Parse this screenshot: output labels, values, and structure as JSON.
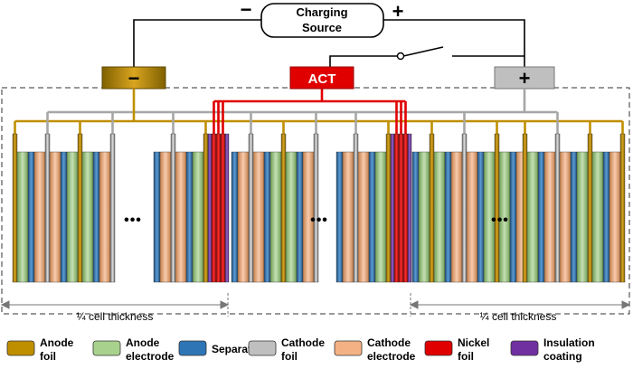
{
  "source": {
    "line1": "Charging",
    "line2": "Source",
    "minus": "−",
    "plus": "+"
  },
  "terminals": {
    "anode": "−",
    "act": "ACT",
    "cathode": "+"
  },
  "dots": "•••",
  "thickness_labels": {
    "left": "¼ cell thickness",
    "right": "¼ cell thickness"
  },
  "legend": [
    {
      "l1": "Anode",
      "l2": "foil",
      "color": "#bf8f00",
      "icon": "anode-foil-swatch"
    },
    {
      "l1": "Anode",
      "l2": "electrode",
      "color": "#a9d18e",
      "icon": "anode-electrode-swatch"
    },
    {
      "l1": "Separator",
      "l2": "",
      "color": "#2e75b6",
      "icon": "separator-swatch"
    },
    {
      "l1": "Cathode",
      "l2": "foil",
      "color": "#bfbfbf",
      "icon": "cathode-foil-swatch"
    },
    {
      "l1": "Cathode",
      "l2": "electrode",
      "color": "#f4b183",
      "icon": "cathode-electrode-swatch"
    },
    {
      "l1": "Nickel",
      "l2": "foil",
      "color": "#e00000",
      "icon": "nickel-foil-swatch"
    },
    {
      "l1": "Insulation",
      "l2": "coating",
      "color": "#7030a0",
      "icon": "insulation-coating-swatch"
    }
  ],
  "colors": {
    "anode_foil": "#bf8f00",
    "anode_electrode": "#a9d18e",
    "separator": "#2e75b6",
    "cathode_foil": "#a6a6a6",
    "cathode_electrode": "#f4b183",
    "nickel": "#e00000",
    "insulation": "#7030a0"
  }
}
